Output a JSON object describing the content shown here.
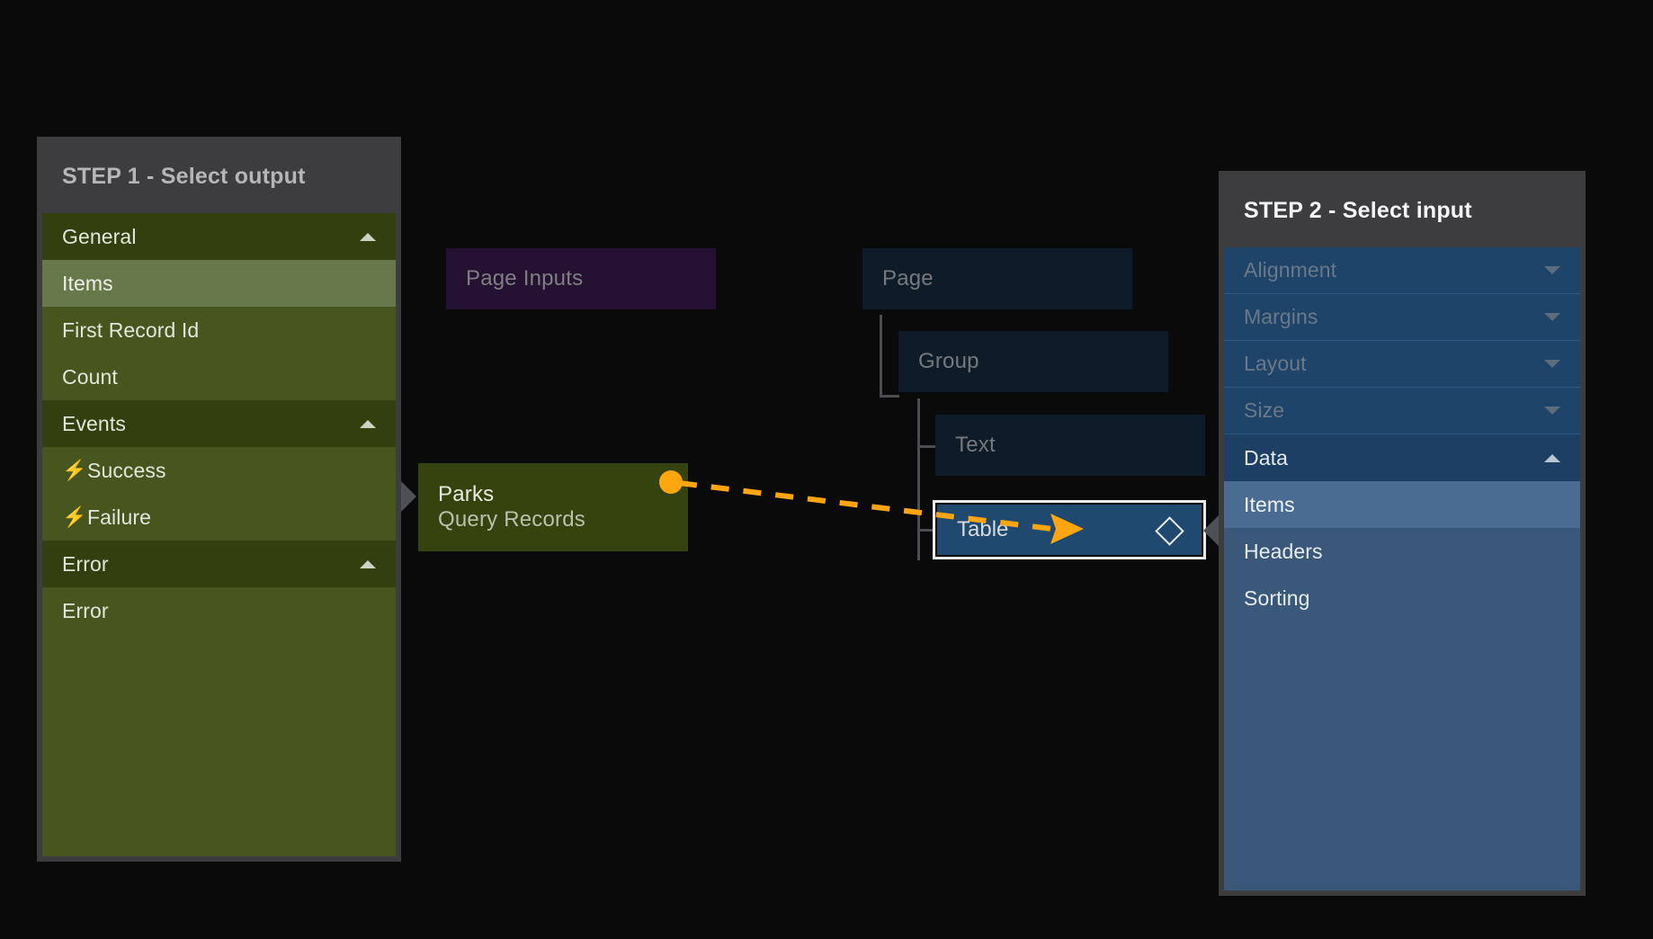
{
  "canvas": {
    "background": "#0a0a0b",
    "accent_orange": "#FFA510",
    "selection_white": "#e8eaec"
  },
  "step1_panel": {
    "title": "STEP 1 - Select output",
    "rows": [
      {
        "label": "General",
        "type": "group",
        "caret": "up",
        "icon": null
      },
      {
        "label": "Items",
        "type": "selected",
        "caret": null,
        "icon": null
      },
      {
        "label": "First Record Id",
        "type": "item",
        "caret": null,
        "icon": null
      },
      {
        "label": "Count",
        "type": "item",
        "caret": null,
        "icon": null
      },
      {
        "label": "Events",
        "type": "group",
        "caret": "up",
        "icon": null
      },
      {
        "label": "Success",
        "type": "item",
        "caret": null,
        "icon": "bolt-icon"
      },
      {
        "label": "Failure",
        "type": "item",
        "caret": null,
        "icon": "bolt-icon"
      },
      {
        "label": "Error",
        "type": "group",
        "caret": "up",
        "icon": null
      },
      {
        "label": "Error",
        "type": "item",
        "caret": null,
        "icon": null
      }
    ]
  },
  "step2_panel": {
    "title": "STEP 2 - Select input",
    "rows": [
      {
        "label": "Alignment",
        "type": "group-collapsed",
        "caret": "down",
        "icon": null
      },
      {
        "label": "Margins",
        "type": "group-collapsed",
        "caret": "down",
        "icon": null
      },
      {
        "label": "Layout",
        "type": "group-collapsed",
        "caret": "down",
        "icon": null
      },
      {
        "label": "Size",
        "type": "group-collapsed",
        "caret": "down",
        "icon": null
      },
      {
        "label": "Data",
        "type": "group",
        "caret": "up",
        "icon": null
      },
      {
        "label": "Items",
        "type": "selected",
        "caret": null,
        "icon": null
      },
      {
        "label": "Headers",
        "type": "item",
        "caret": null,
        "icon": null
      },
      {
        "label": "Sorting",
        "type": "item",
        "caret": null,
        "icon": null
      }
    ]
  },
  "nodes": {
    "page_inputs": {
      "label": "Page Inputs"
    },
    "page": {
      "label": "Page"
    },
    "group": {
      "label": "Group"
    },
    "text": {
      "label": "Text"
    },
    "parks": {
      "title": "Parks",
      "subtitle": "Query Records"
    },
    "table": {
      "label": "Table",
      "icon": "diamond-icon"
    }
  }
}
